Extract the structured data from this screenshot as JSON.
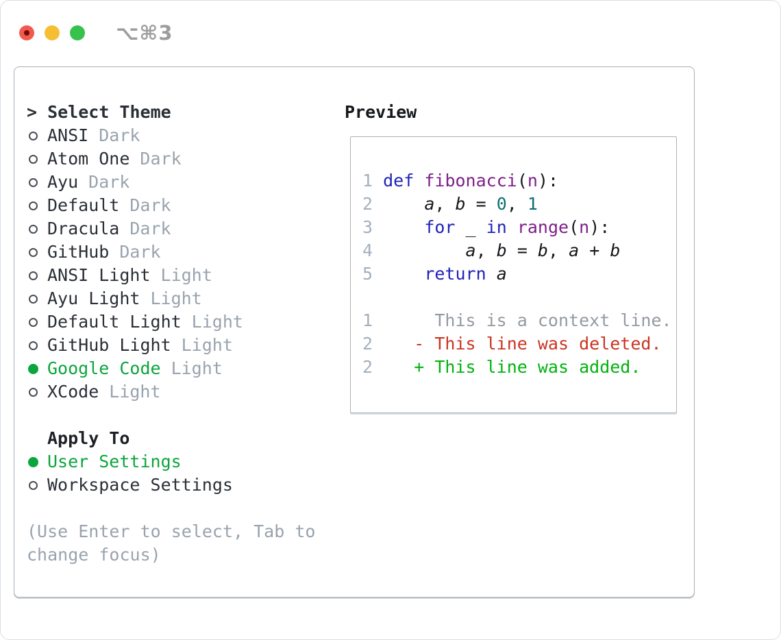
{
  "window": {
    "shortcut": "⌥⌘3"
  },
  "colors": {
    "traffic_red": "#f2594f",
    "traffic_red_dot": "#6f0b09",
    "traffic_yellow": "#f7bd33",
    "traffic_green": "#36c24c",
    "accent_green": "#0aa53d",
    "text_dark": "#2a2f36",
    "text_muted": "#99a3ae",
    "line_number": "#a4b0bd",
    "syntax_plain": "#15181c",
    "syntax_keyword": "#2023b8",
    "syntax_function": "#7e1f89",
    "syntax_number": "#0b7173",
    "diff_context": "#949aa2",
    "diff_deleted": "#c93522",
    "diff_added": "#00b30f"
  },
  "theme_panel": {
    "title_prefix": ">",
    "title": "Select Theme",
    "items": [
      {
        "name": "ANSI",
        "variant": "Dark",
        "selected": false
      },
      {
        "name": "Atom One",
        "variant": "Dark",
        "selected": false
      },
      {
        "name": "Ayu",
        "variant": "Dark",
        "selected": false
      },
      {
        "name": "Default",
        "variant": "Dark",
        "selected": false
      },
      {
        "name": "Dracula",
        "variant": "Dark",
        "selected": false
      },
      {
        "name": "GitHub",
        "variant": "Dark",
        "selected": false
      },
      {
        "name": "ANSI Light",
        "variant": "Light",
        "selected": false
      },
      {
        "name": "Ayu Light",
        "variant": "Light",
        "selected": false
      },
      {
        "name": "Default Light",
        "variant": "Light",
        "selected": false
      },
      {
        "name": "GitHub Light",
        "variant": "Light",
        "selected": false
      },
      {
        "name": "Google Code",
        "variant": "Light",
        "selected": true
      },
      {
        "name": "XCode",
        "variant": "Light",
        "selected": false
      }
    ],
    "apply_to": {
      "title": "Apply To",
      "options": [
        {
          "label": "User Settings",
          "selected": true
        },
        {
          "label": "Workspace Settings",
          "selected": false
        }
      ]
    },
    "hint": "(Use Enter to select, Tab to change focus)"
  },
  "preview": {
    "title": "Preview",
    "lines": [
      {
        "type": "code",
        "segments": [
          {
            "t": "1",
            "c": "ln"
          },
          {
            "t": " ",
            "c": "pl"
          },
          {
            "t": "def",
            "c": "kw"
          },
          {
            "t": " ",
            "c": "pl"
          },
          {
            "t": "fibonacci",
            "c": "fn"
          },
          {
            "t": "(",
            "c": "pl"
          },
          {
            "t": "n",
            "c": "fn"
          },
          {
            "t": "):",
            "c": "pl"
          }
        ]
      },
      {
        "type": "code",
        "segments": [
          {
            "t": "2",
            "c": "ln"
          },
          {
            "t": "     ",
            "c": "pl"
          },
          {
            "t": "a",
            "c": "var"
          },
          {
            "t": ", ",
            "c": "pl"
          },
          {
            "t": "b",
            "c": "var"
          },
          {
            "t": " = ",
            "c": "pl"
          },
          {
            "t": "0",
            "c": "num"
          },
          {
            "t": ", ",
            "c": "pl"
          },
          {
            "t": "1",
            "c": "num"
          }
        ]
      },
      {
        "type": "code",
        "segments": [
          {
            "t": "3",
            "c": "ln"
          },
          {
            "t": "     ",
            "c": "pl"
          },
          {
            "t": "for",
            "c": "kw"
          },
          {
            "t": " _ ",
            "c": "pl"
          },
          {
            "t": "in",
            "c": "kw"
          },
          {
            "t": " ",
            "c": "pl"
          },
          {
            "t": "range",
            "c": "fn"
          },
          {
            "t": "(",
            "c": "pl"
          },
          {
            "t": "n",
            "c": "fn"
          },
          {
            "t": "):",
            "c": "pl"
          }
        ]
      },
      {
        "type": "code",
        "segments": [
          {
            "t": "4",
            "c": "ln"
          },
          {
            "t": "         ",
            "c": "pl"
          },
          {
            "t": "a",
            "c": "var"
          },
          {
            "t": ", ",
            "c": "pl"
          },
          {
            "t": "b",
            "c": "var"
          },
          {
            "t": " = ",
            "c": "pl"
          },
          {
            "t": "b",
            "c": "var"
          },
          {
            "t": ", ",
            "c": "pl"
          },
          {
            "t": "a",
            "c": "var"
          },
          {
            "t": " + ",
            "c": "pl"
          },
          {
            "t": "b",
            "c": "var"
          }
        ]
      },
      {
        "type": "code",
        "segments": [
          {
            "t": "5",
            "c": "ln"
          },
          {
            "t": "     ",
            "c": "pl"
          },
          {
            "t": "return",
            "c": "kw"
          },
          {
            "t": " ",
            "c": "pl"
          },
          {
            "t": "a",
            "c": "var"
          }
        ]
      },
      {
        "type": "blank",
        "segments": []
      },
      {
        "type": "diff",
        "segments": [
          {
            "t": "1",
            "c": "ln"
          },
          {
            "t": "      This is a context line.",
            "c": "ctx"
          }
        ]
      },
      {
        "type": "diff",
        "segments": [
          {
            "t": "2",
            "c": "ln"
          },
          {
            "t": "    - This line was deleted.",
            "c": "del"
          }
        ]
      },
      {
        "type": "diff",
        "segments": [
          {
            "t": "2",
            "c": "ln"
          },
          {
            "t": "    + This line was added.",
            "c": "add"
          }
        ]
      }
    ]
  }
}
